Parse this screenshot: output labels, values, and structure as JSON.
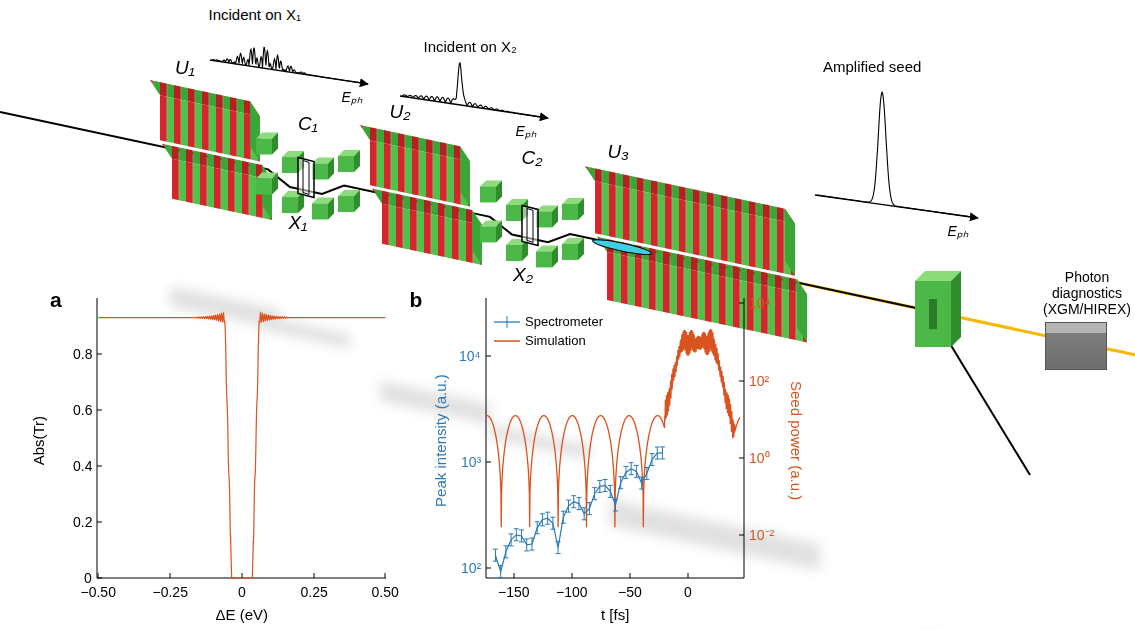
{
  "diagram": {
    "nodes": [
      {
        "text": [
          "Photon diagnostics (XGM/HIREX)"
        ]
      }
    ],
    "labels": [
      "Incident on X₁",
      "Eₚₕ",
      "Incident on X₂",
      "Eₚₕ",
      "Amplified seed",
      "Eₚₕ",
      "U₁",
      "C₁",
      "X₁",
      "U₂",
      "C₂",
      "X₂",
      "U₃",
      "a",
      "Abs(Tr)",
      "0.8",
      "0.6",
      "0.4",
      "0.2",
      "0",
      "−0.50",
      "−0.25",
      "0",
      "0.25",
      "0.50",
      "ΔE (eV)",
      "b",
      "Peak intensity (a.u.)",
      "10⁴",
      "10³",
      "10²",
      "Seed power (a.u.)",
      "10⁴",
      "10²",
      "10⁰",
      "10⁻²",
      "−150",
      "−100",
      "−50",
      "0",
      "t [fs]"
    ],
    "legend": [
      {
        "text": "Spectrometer"
      },
      {
        "text": "Simulation"
      }
    ]
  }
}
